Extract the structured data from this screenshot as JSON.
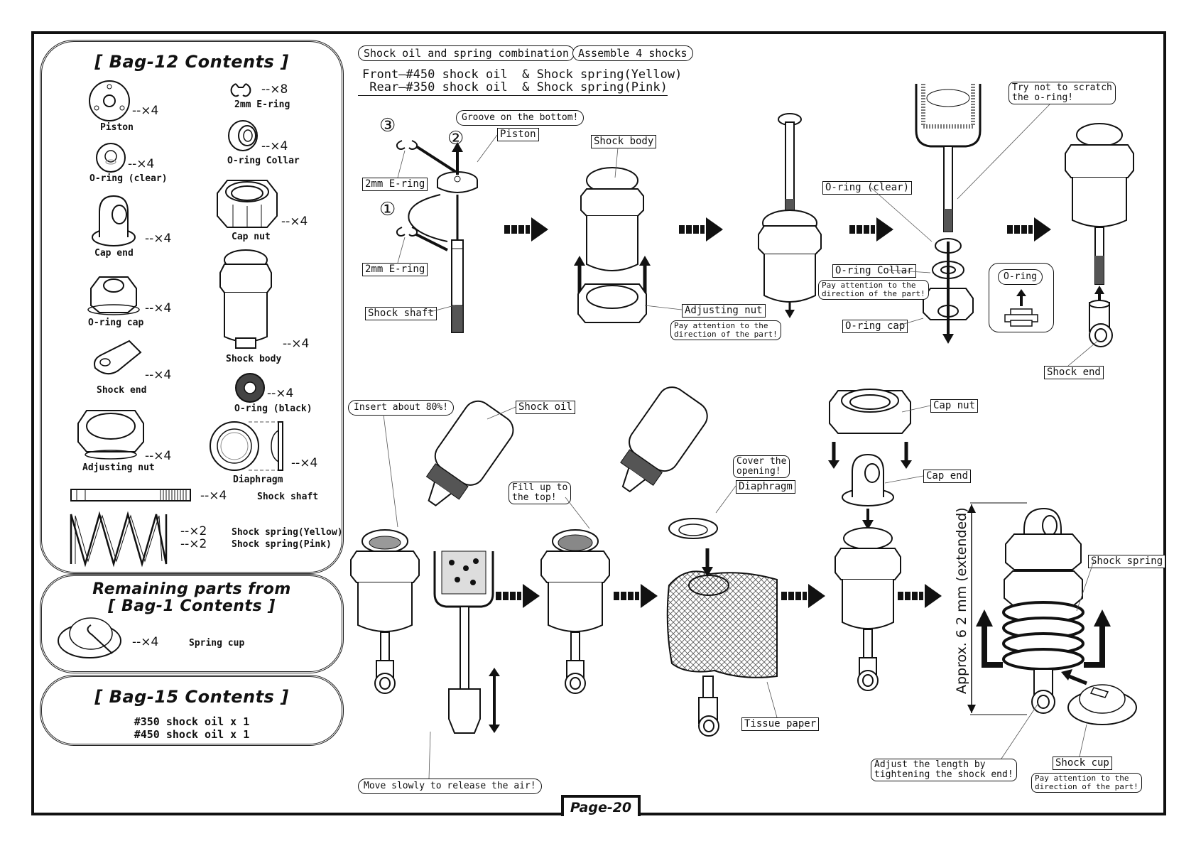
{
  "page_label": "Page-20",
  "bag12": {
    "title": "[ Bag-12 Contents ]",
    "parts": [
      {
        "name": "Piston",
        "qty": "--×4",
        "icon": "piston"
      },
      {
        "name": "2mm E-ring",
        "qty": "--×8",
        "icon": "e-ring"
      },
      {
        "name": "O-ring (clear)",
        "qty": "--×4",
        "icon": "o-ring-clear"
      },
      {
        "name": "O-ring Collar",
        "qty": "--×4",
        "icon": "o-ring-collar"
      },
      {
        "name": "Cap end",
        "qty": "--×4",
        "icon": "cap-end"
      },
      {
        "name": "Cap nut",
        "qty": "--×4",
        "icon": "cap-nut"
      },
      {
        "name": "O-ring cap",
        "qty": "--×4",
        "icon": "o-ring-cap"
      },
      {
        "name": "Shock body",
        "qty": "--×4",
        "icon": "shock-body"
      },
      {
        "name": "Shock end",
        "qty": "--×4",
        "icon": "shock-end"
      },
      {
        "name": "O-ring (black)",
        "qty": "--×4",
        "icon": "o-ring-black"
      },
      {
        "name": "Adjusting nut",
        "qty": "--×4",
        "icon": "adjusting-nut"
      },
      {
        "name": "Diaphragm",
        "qty": "--×4",
        "icon": "diaphragm"
      },
      {
        "name": "Shock shaft",
        "qty": "--×4",
        "icon": "shock-shaft"
      },
      {
        "name": "Shock spring(Yellow)",
        "qty": "--×2",
        "icon": "shock-spring"
      },
      {
        "name": "Shock spring(Pink)",
        "qty": "--×2",
        "icon": "shock-spring"
      }
    ]
  },
  "bag1": {
    "title_line1": "Remaining parts from",
    "title_line2": "[ Bag-1 Contents ]",
    "parts": [
      {
        "name": "Spring cup",
        "qty": "--×4",
        "icon": "spring-cup"
      }
    ]
  },
  "bag15": {
    "title": "[ Bag-15 Contents ]",
    "items": [
      "#350 shock oil x 1",
      "#450 shock oil x 1"
    ]
  },
  "header": {
    "pill_combination": "Shock oil and spring combination",
    "pill_assemble": "Assemble 4 shocks",
    "front": "Front—#450 shock oil  & Shock spring(Yellow)",
    "rear": " Rear—#350 shock oil  & Shock spring(Pink)"
  },
  "step1": {
    "groove_note": "Groove on the bottom!",
    "piston": "Piston",
    "ering_top": "2mm E-ring",
    "ering_bottom": "2mm E-ring",
    "shock_shaft": "Shock shaft",
    "num1": "①",
    "num2": "②",
    "num3": "③"
  },
  "step2": {
    "shock_body": "Shock body",
    "adjusting_nut": "Adjusting nut",
    "note": "Pay attention to the\ndirection of the part!"
  },
  "step4": {
    "oring_clear": "O-ring (clear)",
    "oring_collar": "O-ring Collar",
    "collar_note": "Pay attention to the\ndirection of the part!",
    "oring_cap": "O-ring cap",
    "scratch_note": "Try not to scratch\nthe o-ring!",
    "oring_inset": "O-ring"
  },
  "step5": {
    "shock_end": "Shock end"
  },
  "step6": {
    "insert_note": "Insert about 80%!",
    "shock_oil": "Shock oil",
    "move_note": "Move slowly to release the air!"
  },
  "step7": {
    "fill_note": "Fill up to\nthe top!"
  },
  "step8": {
    "cover_note": "Cover the\nopening!",
    "diaphragm": "Diaphragm",
    "tissue": "Tissue paper"
  },
  "step9": {
    "cap_nut": "Cap nut",
    "cap_end": "Cap end"
  },
  "step10": {
    "length": "Approx. 6 2 mm (extended)",
    "shock_spring": "Shock spring",
    "shock_cup": "Shock cup",
    "cup_note": "Pay attention to the\ndirection of the part!",
    "adjust_note": "Adjust the length by\ntightening the shock end!"
  }
}
